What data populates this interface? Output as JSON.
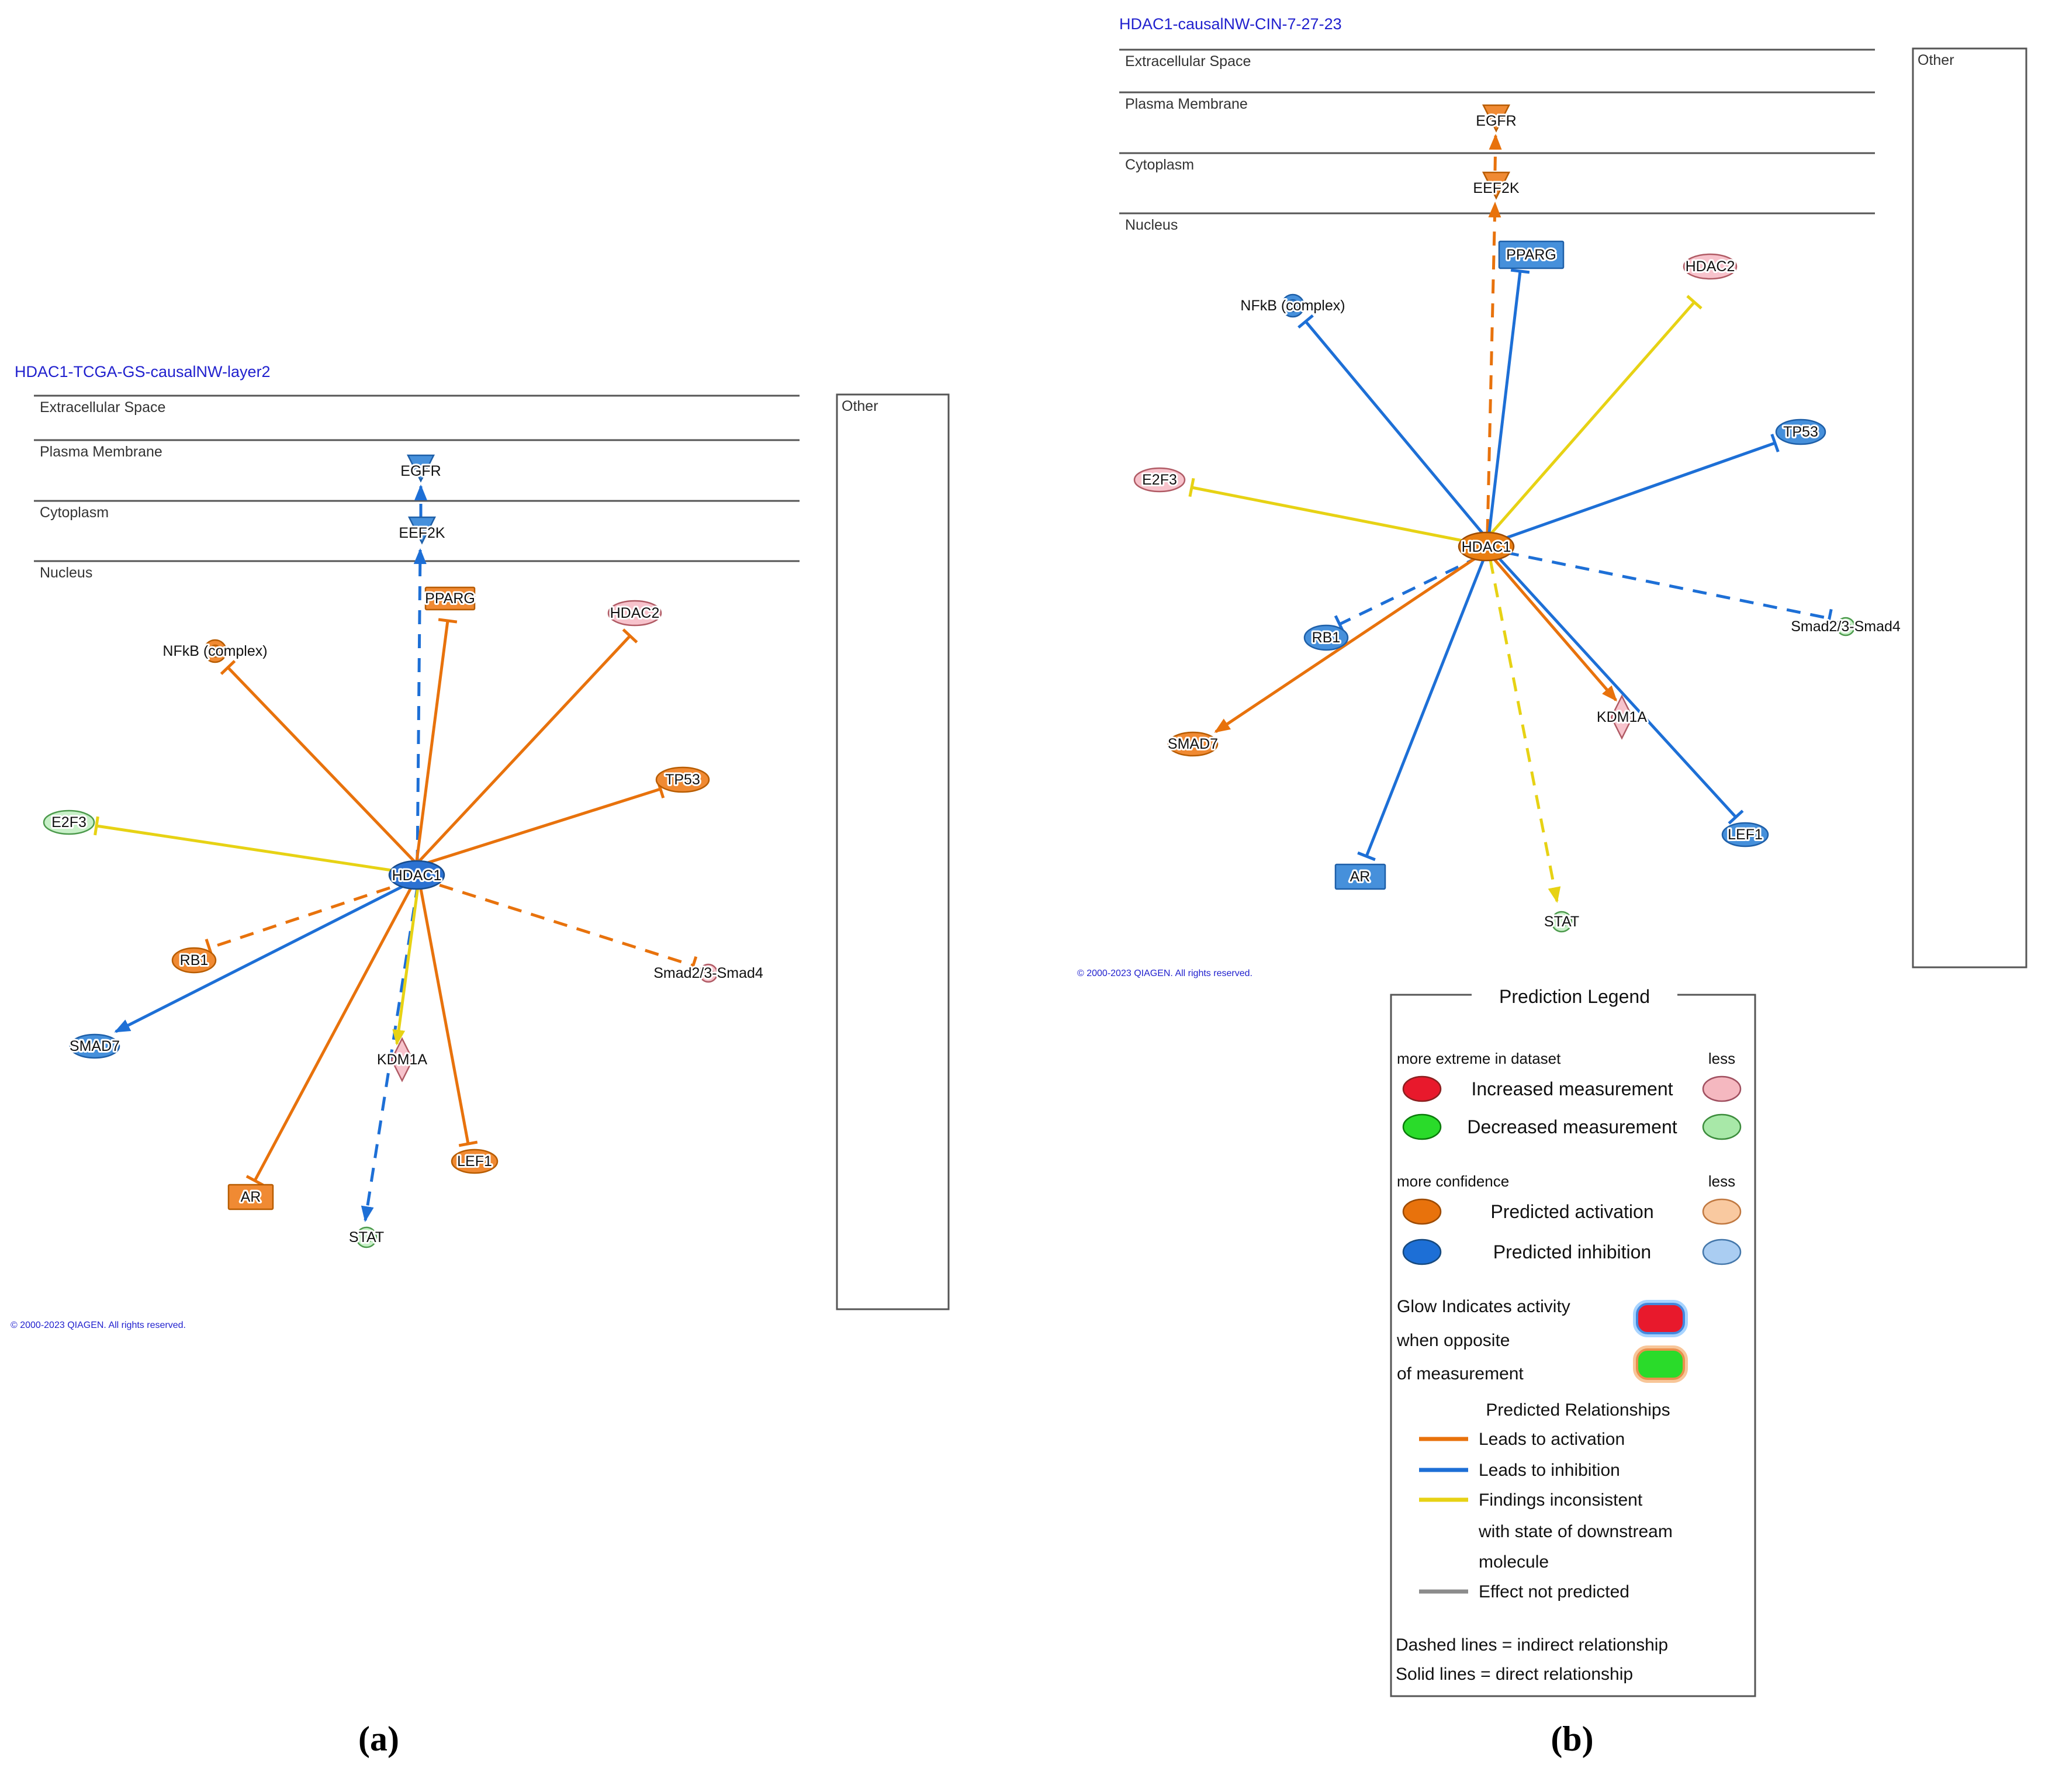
{
  "colors": {
    "activation_line": "#E8720C",
    "inhibition_line": "#1D6FD6",
    "inconsistent_line": "#E7D214",
    "not_predicted_line": "#8C8C8C",
    "node_activation": "#F08A33",
    "node_inhibition": "#4690DB",
    "node_increased_less": "#F7C3CC",
    "node_decreased_less": "#C8F0C8",
    "increased": "#E8192C",
    "decreased": "#2ADB2A",
    "title_blue": "#2121CE"
  },
  "panel_a": {
    "title": "HDAC1-TCGA-GS-causalNW-layer2",
    "compartments": [
      "Extracellular Space",
      "Plasma Membrane",
      "Cytoplasm",
      "Nucleus"
    ],
    "other_label": "Other",
    "copyright": "© 2000-2023 QIAGEN. All rights reserved.",
    "figure_label": "(a)",
    "nodes": {
      "egfr": "EGFR",
      "eef2k": "EEF2K",
      "pparg": "PPARG",
      "nfkb": "NFkB (complex)",
      "hdac2": "HDAC2",
      "e2f3": "E2F3",
      "tp53": "TP53",
      "hdac1": "HDAC1",
      "rb1": "RB1",
      "smad7": "SMAD7",
      "ar": "AR",
      "stat": "STAT",
      "kdm1a": "KDM1A",
      "lef1": "LEF1",
      "smad234": "Smad2/3-Smad4"
    }
  },
  "panel_b": {
    "title": "HDAC1-causalNW-CIN-7-27-23",
    "compartments": [
      "Extracellular Space",
      "Plasma Membrane",
      "Cytoplasm",
      "Nucleus"
    ],
    "other_label": "Other",
    "copyright": "© 2000-2023 QIAGEN. All rights reserved.",
    "figure_label": "(b)",
    "nodes": {
      "egfr": "EGFR",
      "eef2k": "EEF2K",
      "pparg": "PPARG",
      "nfkb": "NFkB (complex)",
      "hdac2": "HDAC2",
      "e2f3": "E2F3",
      "tp53": "TP53",
      "hdac1": "HDAC1",
      "rb1": "RB1",
      "smad7": "SMAD7",
      "ar": "AR",
      "stat": "STAT",
      "kdm1a": "KDM1A",
      "lef1": "LEF1",
      "smad234": "Smad2/3-Smad4"
    }
  },
  "legend": {
    "title": "Prediction Legend",
    "more_extreme": "more extreme in dataset",
    "less1": "less",
    "increased": "Increased measurement",
    "decreased": "Decreased measurement",
    "more_confidence": "more confidence",
    "less2": "less",
    "activation": "Predicted activation",
    "inhibition": "Predicted inhibition",
    "glow1": "Glow Indicates activity",
    "glow2": "when opposite",
    "glow3": "of measurement",
    "rel_title": "Predicted Relationships",
    "rel_activation": "Leads to activation",
    "rel_inhibition": "Leads to inhibition",
    "rel_inconsistent1": "Findings inconsistent",
    "rel_inconsistent2": "with state of downstream",
    "rel_inconsistent3": "molecule",
    "rel_none": "Effect not predicted",
    "dashed_note": "Dashed lines = indirect relationship",
    "solid_note": "Solid lines = direct relationship"
  }
}
